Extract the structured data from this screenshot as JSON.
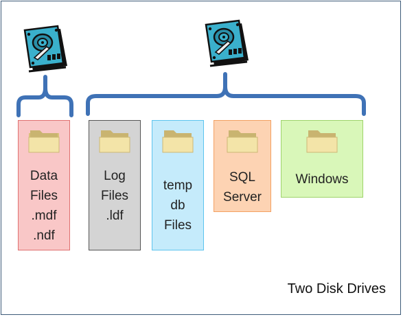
{
  "drives": [
    {
      "icon": "hard-drive-icon"
    },
    {
      "icon": "hard-drive-icon"
    }
  ],
  "boxes": [
    {
      "lines": [
        "Data",
        "Files",
        ".mdf",
        ".ndf"
      ],
      "icon": "folder-icon",
      "fill": "#f9c7c7",
      "border": "#e07070"
    },
    {
      "lines": [
        "Log",
        "Files",
        ".ldf"
      ],
      "icon": "folder-icon",
      "fill": "#d4d4d4",
      "border": "#555555"
    },
    {
      "lines": [
        "temp",
        "db",
        "Files"
      ],
      "icon": "folder-icon",
      "fill": "#c5ebfb",
      "border": "#5cc4ee"
    },
    {
      "lines": [
        "SQL",
        "Server"
      ],
      "icon": "folder-icon",
      "fill": "#fdd3b3",
      "border": "#f3a061"
    },
    {
      "lines": [
        "Windows"
      ],
      "icon": "folder-icon",
      "fill": "#d9f7b9",
      "border": "#9ed36a"
    }
  ],
  "caption": "Two Disk Drives",
  "colors": {
    "brace": "#3f72b6",
    "drive_body": "#3ab0cc",
    "frame": "#3c5a78",
    "folder": "#f5e7a6"
  }
}
